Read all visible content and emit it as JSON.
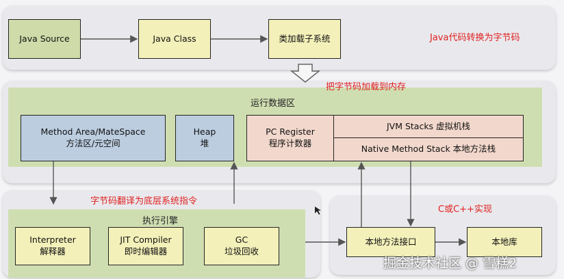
{
  "top_row": {
    "java_source": "Java Source",
    "java_class": "Java Class",
    "class_loader": "类加载子系统",
    "note": "Java代码转换为字节码"
  },
  "load_note": "把字节码加载到内存",
  "runtime_area": {
    "title": "运行数据区",
    "method_area": [
      "Method Area/MateSpace",
      "方法区/元空间"
    ],
    "heap": [
      "Heap",
      "堆"
    ],
    "pc_register": [
      "PC Register",
      "程序计数器"
    ],
    "jvm_stacks": "JVM Stacks 虚拟机栈",
    "native_stack": "Native Method Stack 本地方法栈"
  },
  "translate_note": "字节码翻译为底层系统指令",
  "execution_engine": {
    "title": "执行引擎",
    "interpreter": [
      "Interpreter",
      "解释器"
    ],
    "jit": [
      "JIT Compiler",
      "即时编辑器"
    ],
    "gc": [
      "GC",
      "垃圾回收"
    ]
  },
  "native_section": {
    "note": "C或C++实现",
    "interface": "本地方法接口",
    "library": "本地库"
  },
  "watermark": "掘金技术社区 @ 雪糕2",
  "colors": {
    "olive": "#cfdba8",
    "cream": "#f3f0b9",
    "blue": "#bccde0",
    "pink": "#f2d8cc",
    "green": "#cfdeb1",
    "note_red": "#e02020"
  }
}
